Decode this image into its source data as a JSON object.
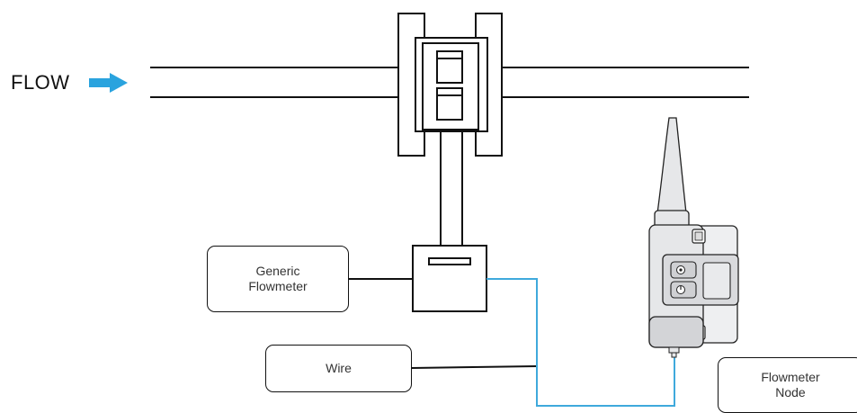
{
  "flow_label": "FLOW",
  "labels": {
    "generic_flowmeter": "Generic\nFlowmeter",
    "wire": "Wire",
    "flowmeter_node": "Flowmeter\nNode"
  },
  "colors": {
    "line": "#111111",
    "arrow": "#2aa3de",
    "wire_cable": "#3fa9dc",
    "device_body": "#e6e7e9",
    "device_shadow": "#c8c9cc"
  },
  "icons": [
    "arrow-right-icon",
    "gear-icon"
  ]
}
